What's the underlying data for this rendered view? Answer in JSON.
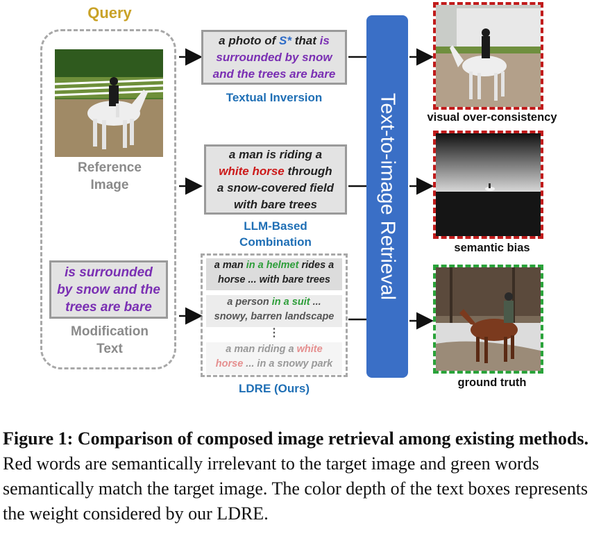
{
  "query": {
    "title": "Query",
    "reference_label_line1": "Reference",
    "reference_label_line2": "Image",
    "modification_text": [
      "is surrounded",
      "by snow and the",
      "trees are bare"
    ],
    "modification_label_line1": "Modification",
    "modification_label_line2": "Text"
  },
  "methods": {
    "textual_inversion": {
      "text_line1_a": "a photo of ",
      "text_line1_token": "S*",
      "text_line1_b": " that ",
      "text_line1_c": "is",
      "text_line2": "surrounded by snow",
      "text_line3": "and the trees are bare",
      "label": "Textual Inversion"
    },
    "llm_combination": {
      "line1": "a man is riding a",
      "line2_red": "white horse",
      "line2_rest": " through",
      "line3": "a snow-covered field",
      "line4": "with bare trees",
      "label_line1": "LLM-Based",
      "label_line2": "Combination"
    },
    "ldre": {
      "item1_a": "a man ",
      "item1_green": "in a helmet",
      "item1_b": " rides a",
      "item1_line2": "horse ... with bare trees",
      "item2_a": "a person ",
      "item2_green": "in a suit",
      "item2_b": " ...",
      "item2_line2": "snowy, barren landscape",
      "item3_a": "a man riding a ",
      "item3_red": "white",
      "item3_line2_red": "horse",
      "item3_line2_rest": " ... in a snowy park",
      "ellipsis": "⋮",
      "label": "LDRE (Ours)"
    }
  },
  "retrieval_label": "Text-to-image Retrieval",
  "results": {
    "r1_label": "visual over-consistency",
    "r2_label": "semantic bias",
    "r3_label": "ground truth"
  },
  "caption": {
    "bold": "Figure 1: Comparison of composed image retrieval among existing methods.",
    "rest": " Red words are semantically irrelevant to the target image and green words semantically match the target image. The color depth of the text boxes represents the weight considered by our LDRE."
  },
  "colors": {
    "query_title": "#c9a227",
    "purple": "#7a2fb3",
    "red": "#cc1a1a",
    "green": "#2e9e3a",
    "blue_label": "#1f6fb5",
    "retrieval_bar": "#3a6fc6"
  }
}
